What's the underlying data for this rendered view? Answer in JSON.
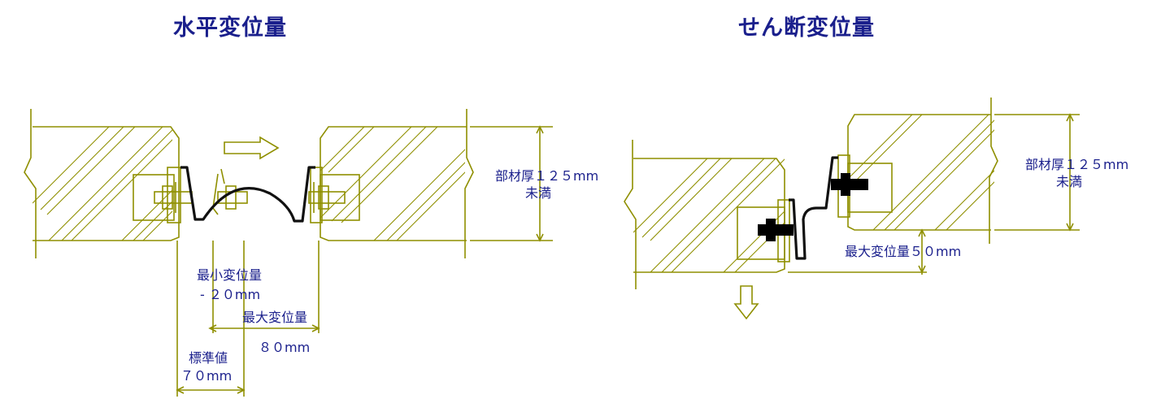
{
  "titles": {
    "horizontal": "水平変位量",
    "shear": "せん断変位量"
  },
  "left_labels": {
    "thickness": "部材厚１２５mm",
    "thickness_sub": "未満",
    "min_disp_1": "最小変位量",
    "min_disp_2": "- ２０mm",
    "max_disp_1": "最大変位量",
    "max_disp_2": "８０mm",
    "std_1": "標準値",
    "std_2": "７０mm"
  },
  "right_labels": {
    "thickness": "部材厚１２５mm",
    "thickness_sub": "未満",
    "max_disp": "最大変位量５０mm"
  },
  "colors": {
    "title": "#1a1f8c",
    "label": "#1a1f8c",
    "outline": "#8f8f00",
    "joint": "#111111"
  }
}
